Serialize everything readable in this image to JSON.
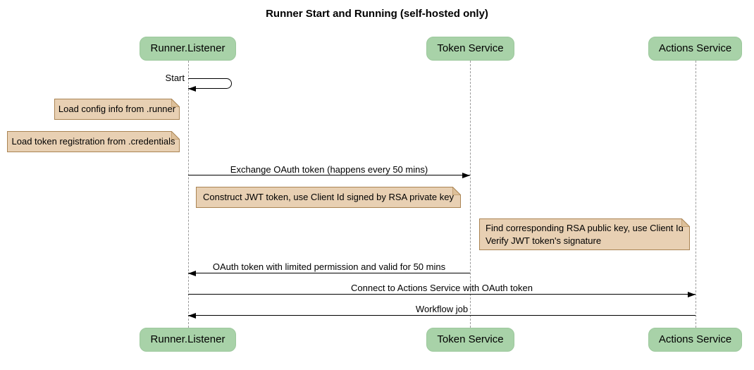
{
  "title": "Runner Start and Running (self-hosted only)",
  "participants": [
    {
      "name": "Runner.Listener"
    },
    {
      "name": "Token Service"
    },
    {
      "name": "Actions Service"
    }
  ],
  "messages": {
    "start": "Start",
    "exchange_oauth": "Exchange OAuth token (happens every 50 mins)",
    "oauth_return": "OAuth token with limited permission and valid for 50 mins",
    "connect_actions": "Connect to Actions Service with OAuth token",
    "workflow_job": "Workflow job"
  },
  "notes": {
    "load_config": "Load config info from .runner",
    "load_token_registration": "Load token registration from .credentials",
    "construct_jwt": "Construct JWT token, use Client Id signed by RSA private key",
    "verify_jwt_line1": "Find corresponding RSA public key, use Client Id",
    "verify_jwt_line2": "Verify JWT token's signature"
  },
  "colors": {
    "participant_fill": "#a8d2a8",
    "note_fill": "#e8d0b3",
    "note_border": "#aa8453",
    "lifeline": "#9a9a9a",
    "arrow": "#000000",
    "background": "#ffffff",
    "text": "#000000"
  }
}
